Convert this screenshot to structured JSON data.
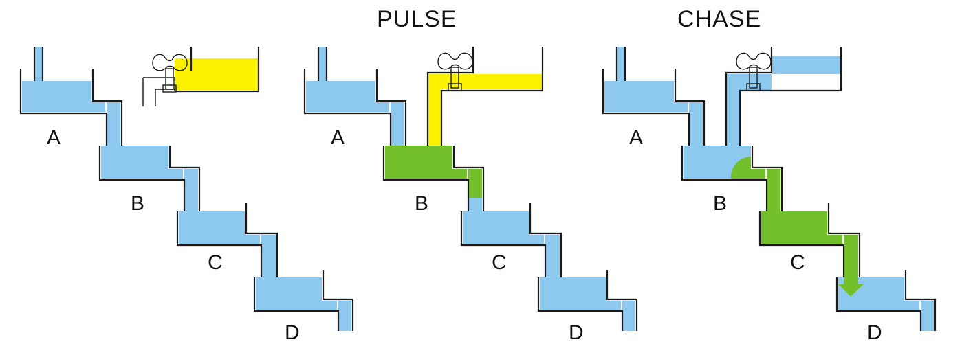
{
  "colors": {
    "water": "#8dc8ee",
    "pulse": "#fbf200",
    "label": "#74bf2c",
    "outline": "#1a1a1a"
  },
  "panels": [
    {
      "title": "",
      "labels": [
        "A",
        "B",
        "C",
        "D"
      ]
    },
    {
      "title": "PULSE",
      "labels": [
        "A",
        "B",
        "C",
        "D"
      ]
    },
    {
      "title": "CHASE",
      "labels": [
        "A",
        "B",
        "C",
        "D"
      ]
    }
  ]
}
